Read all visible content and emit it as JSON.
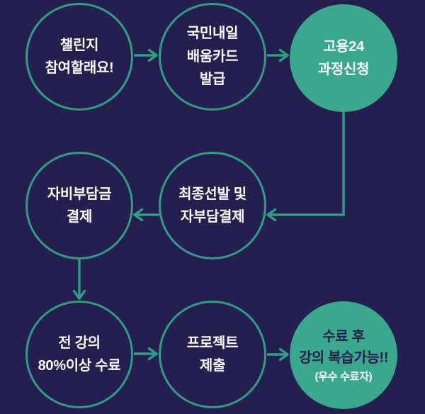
{
  "page": {
    "bg_color": "#251F50",
    "accent_color": "#2E9E84",
    "fill_color": "#3AA88D",
    "text_light": "#FAFAFA",
    "text_dark": "#251F50"
  },
  "flowchart": {
    "nodes": [
      {
        "id": "challenge-join",
        "style": "outline",
        "lines": [
          "챌린지",
          "참여할래요!"
        ]
      },
      {
        "id": "learning-card",
        "style": "outline",
        "lines": [
          "국민내일",
          "배움카드",
          "발급"
        ]
      },
      {
        "id": "employment24-apply",
        "style": "filled",
        "lines": [
          "고용24",
          "과정신청"
        ]
      },
      {
        "id": "final-selection",
        "style": "outline",
        "lines": [
          "최종선발 및",
          "자부담결제"
        ]
      },
      {
        "id": "self-payment",
        "style": "outline",
        "lines": [
          "자비부담금",
          "결제"
        ]
      },
      {
        "id": "lecture-completion",
        "style": "outline",
        "lines": [
          "전 강의",
          "80%이상 수료"
        ]
      },
      {
        "id": "project-submission",
        "style": "outline",
        "lines": [
          "프로젝트",
          "제출"
        ]
      },
      {
        "id": "course-review",
        "style": "filled",
        "lines": [
          "수료 후",
          "강의 복습가능!!",
          "(우수 수료자)"
        ]
      }
    ]
  }
}
